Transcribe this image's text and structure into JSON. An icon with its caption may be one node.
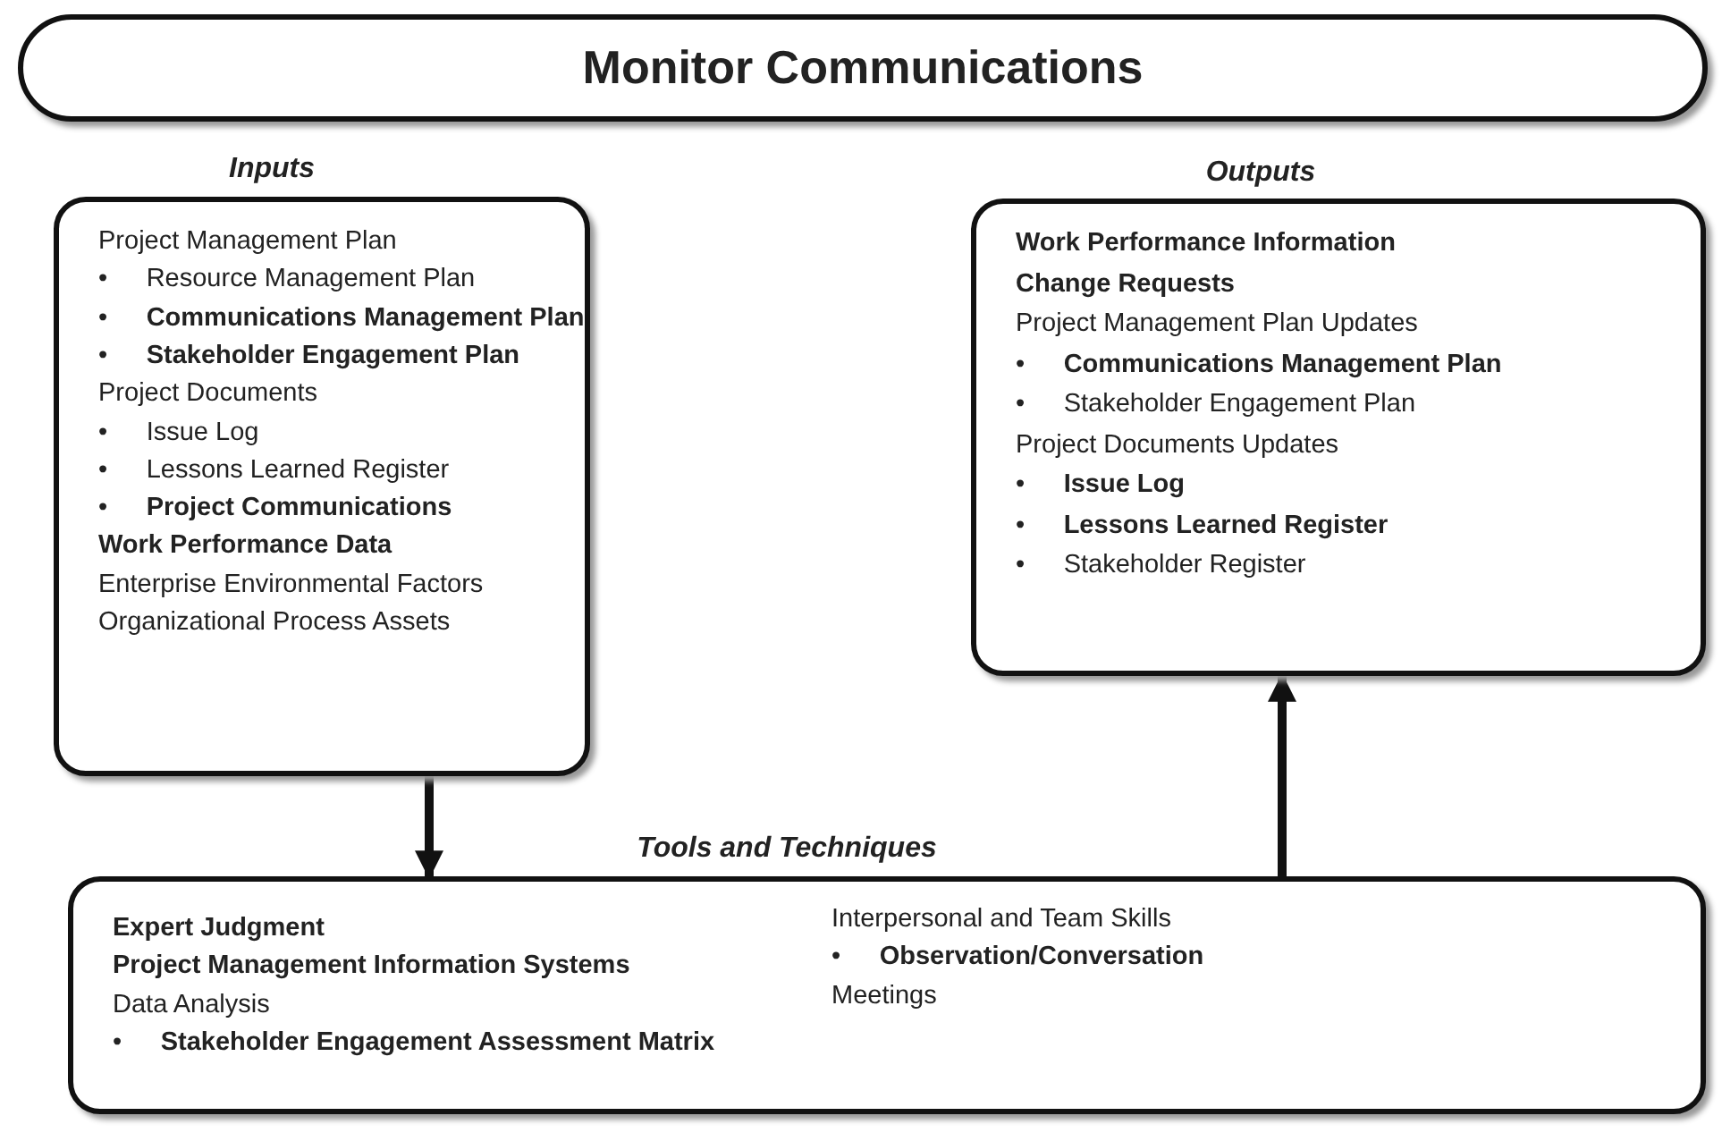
{
  "diagram": {
    "nodes": [
      {
        "text": [
          "Monitor Communications"
        ]
      },
      {
        "text": [
          "Inputs",
          "Project Management Plan",
          "• Resource Management Plan",
          "• **Communications Management Plan**",
          "• **Stakeholder Engagement Plan**",
          "Project Documents",
          "• Issue Log",
          "• Lessons Learned Register",
          "• **Project Communications**",
          "**Work Performance Data**",
          "Enterprise Environmental Factors",
          "Organizational Process Assets"
        ]
      },
      {
        "text": [
          "Outputs",
          "**Work Performance Information**",
          "**Change Requests**",
          "Project Management Plan Updates",
          "• **Communications Management Plan**",
          "• Stakeholder Engagement Plan",
          "Project Documents Updates",
          "• **Issue Log**",
          "• **Lessons Learned Register**",
          "• Stakeholder Register"
        ]
      },
      {
        "text": [
          "Tools and Techniques",
          "**Expert Judgment**",
          "**Project Management Information Systems**",
          "Data Analysis",
          "• **Stakeholder Engagement Assessment Matrix**",
          "Interpersonal and Team Skills",
          "• **Observation/Conversation**",
          "Meetings"
        ]
      }
    ],
    "edges": [
      {
        "from": 1,
        "to": 3,
        "arrow": "to"
      },
      {
        "from": 3,
        "to": 2,
        "arrow": "to"
      }
    ]
  }
}
